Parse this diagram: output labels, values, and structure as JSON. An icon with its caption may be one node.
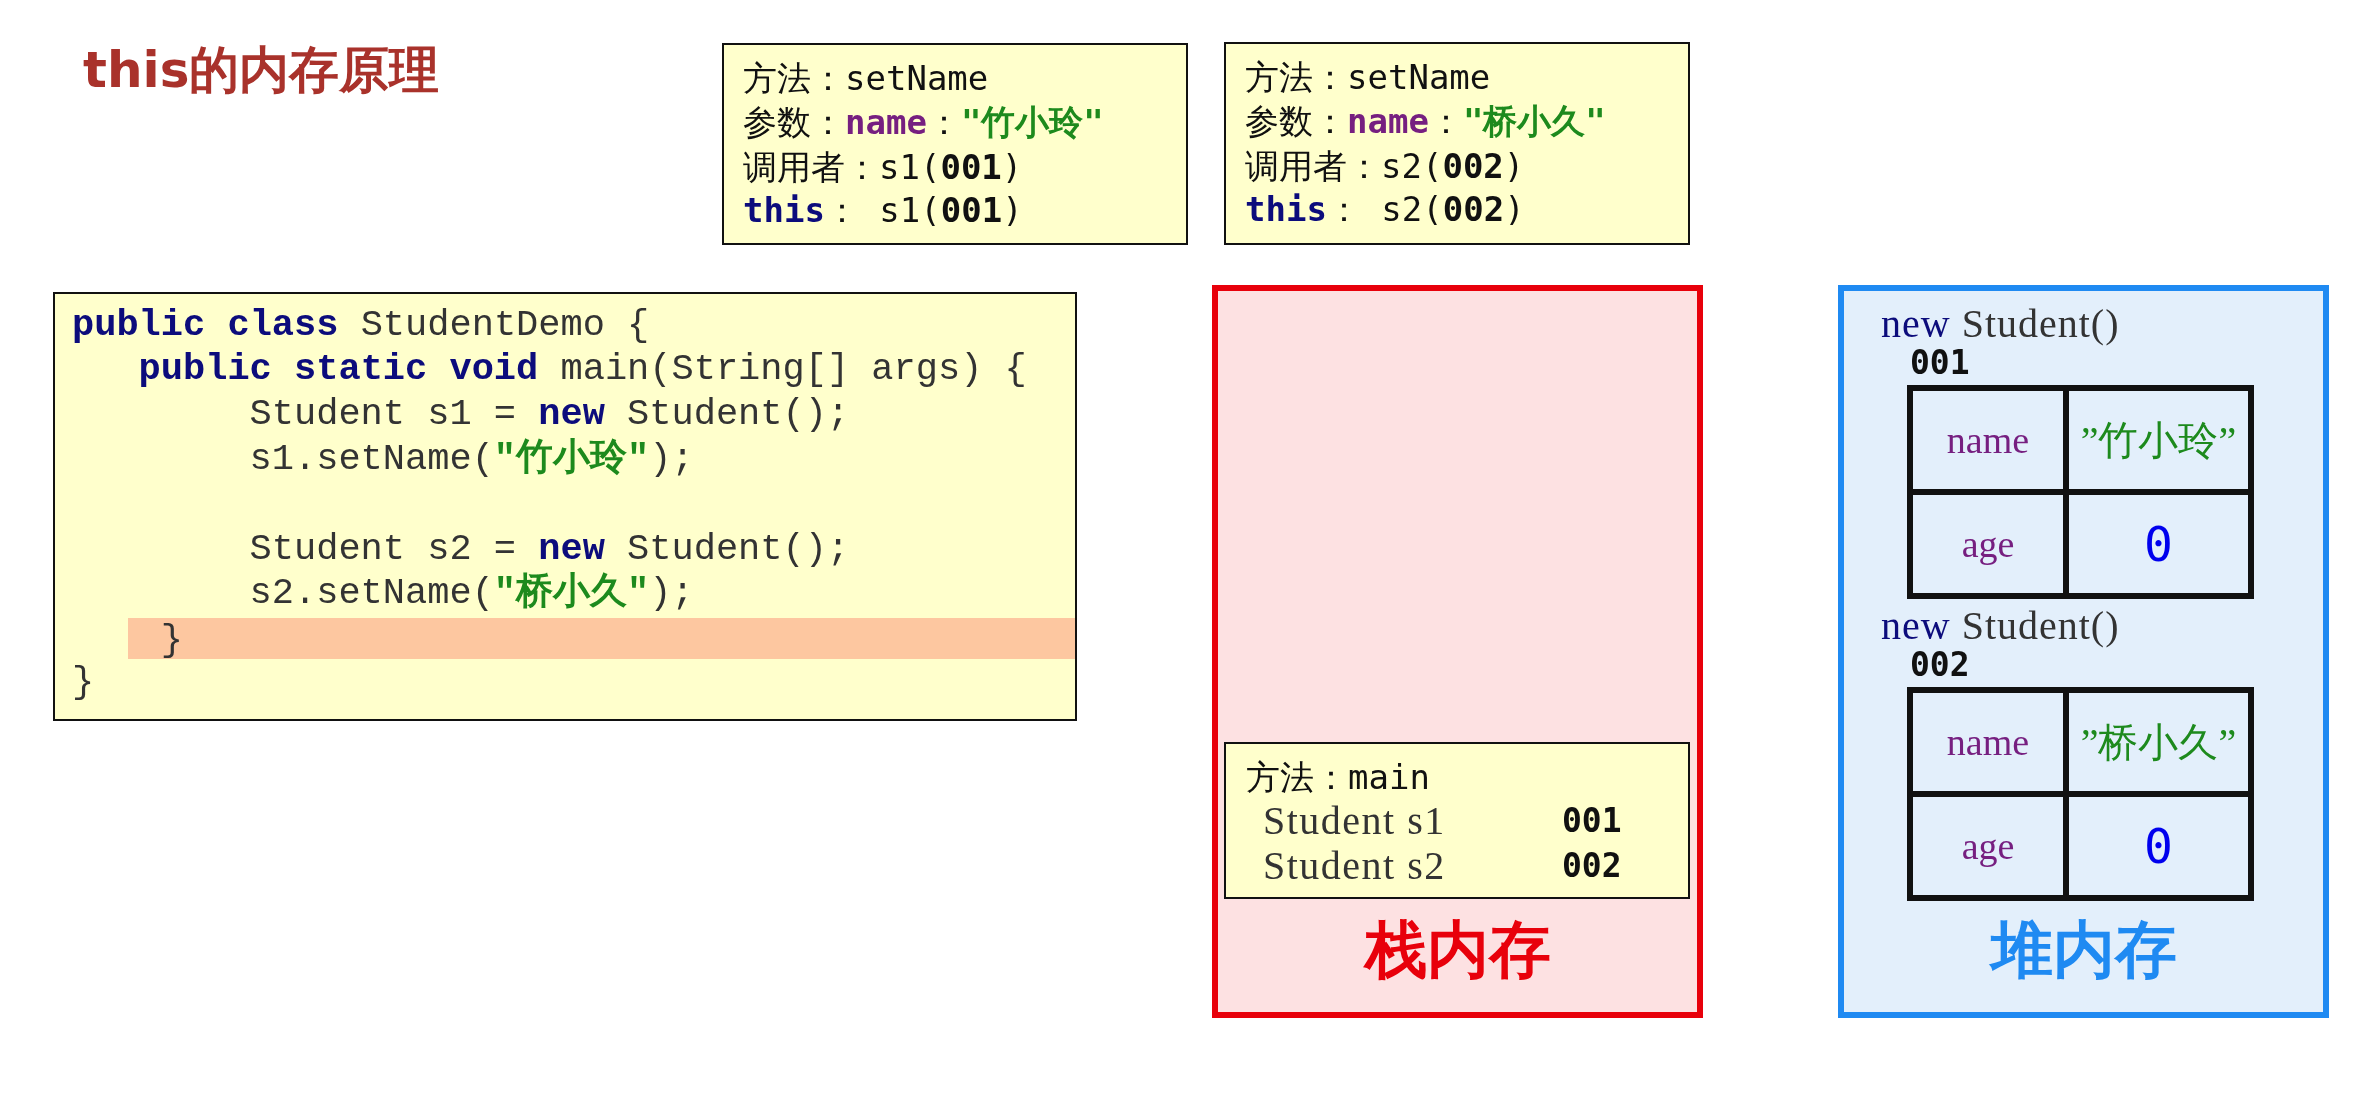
{
  "diagram": {
    "title": "this的内存原理",
    "nodes": [
      {
        "text": [
          "方法：setName",
          "参数：**name**：**\"竹小玲\"**",
          "调用者：s1(**001**)",
          "**this**： s1(**001**)"
        ]
      },
      {
        "text": [
          "方法：setName",
          "参数：**name**：**\"桥小久\"**",
          "调用者：s2(**002**)",
          "**this**： s2(**002**)"
        ]
      },
      {
        "text": [
          "**public class** StudentDemo {",
          "**public static void** main(String[] args) {",
          "Student s1 = **new** Student();",
          "s1.setName(**\"竹小玲\"**);",
          "Student s2 = **new** Student();",
          "s2.setName(**\"桥小久\"**);",
          "}",
          "}"
        ]
      },
      {
        "text": [
          "栈内存"
        ]
      },
      {
        "text": [
          "方法：main",
          "Student s1",
          "001",
          "Student s2",
          "002"
        ],
        "in": 3
      },
      {
        "text": [
          "堆内存"
        ]
      },
      {
        "text": [
          "new Student()",
          "001",
          "name",
          "”竹小玲”",
          "age",
          "0"
        ],
        "in": 5
      },
      {
        "text": [
          "new Student()",
          "002",
          "name",
          "”桥小久”",
          "age",
          "0"
        ],
        "in": 5
      }
    ]
  }
}
